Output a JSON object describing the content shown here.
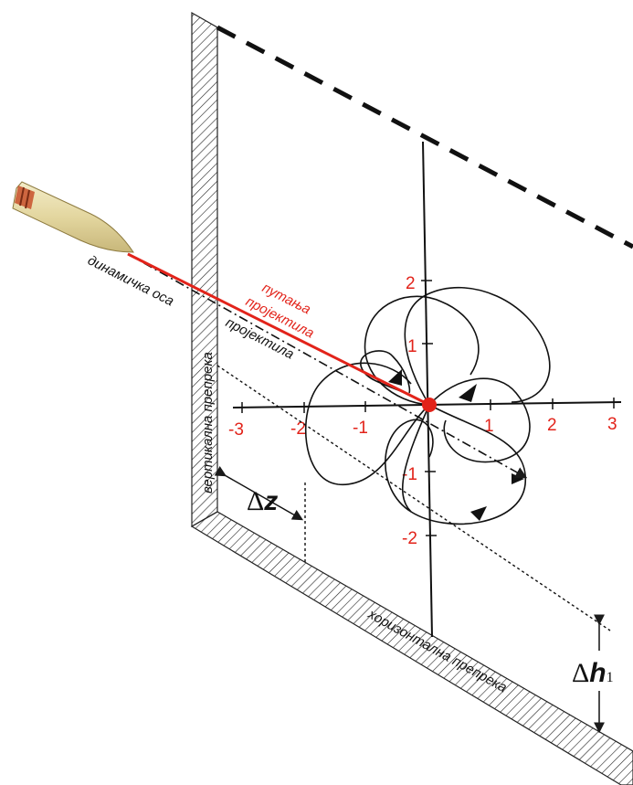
{
  "labels": {
    "path_line1": "путања",
    "path_line2": "пројектила",
    "dynamic_axis": "динамичка оса",
    "dynamic_axis2": "пројектила",
    "vertical_barrier": "вертикална препрека",
    "horizontal_barrier": "хоризонтална препрека",
    "delta_z_symbol": "Δ",
    "delta_z_var": "z",
    "delta_h_symbol": "Δ",
    "delta_h_var": "h",
    "delta_h_sub": "1"
  },
  "axis_ticks": {
    "x": [
      "-3",
      "-2",
      "-1",
      "1",
      "2",
      "3"
    ],
    "y": [
      "2",
      "1",
      "-1",
      "-2"
    ]
  },
  "colors": {
    "accent_red": "#e2231a",
    "ink": "#1a1a1a",
    "projectile_body": "#e9dfb0"
  }
}
